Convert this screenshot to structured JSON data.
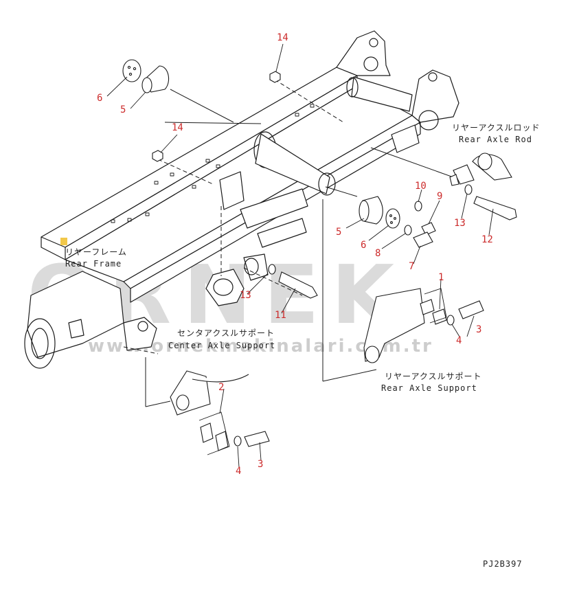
{
  "colors": {
    "callout": "#cc2b2b",
    "line": "#1a1a1a",
    "watermark": "#c8c8c8",
    "background": "#ffffff"
  },
  "watermark": {
    "brand": "ORNEK",
    "url": "www.ornekmakinalari.com.tr"
  },
  "labels": {
    "rear_frame_jp": "リヤーフレーム",
    "rear_frame_en": "Rear Frame",
    "center_axle_support_jp": "センタアクスルサポート",
    "center_axle_support_en": "Center Axle Support",
    "rear_axle_rod_jp": "リヤーアクスルロッド",
    "rear_axle_rod_en": "Rear Axle Rod",
    "rear_axle_support_jp": "リヤーアクスルサポート",
    "rear_axle_support_en": "Rear Axle Support"
  },
  "drawing_code": "PJ2B397",
  "callouts": {
    "c14a": "14",
    "c6a": "6",
    "c5a": "5",
    "c14b": "14",
    "c10": "10",
    "c9": "9",
    "c13a": "13",
    "c12": "12",
    "c5b": "5",
    "c6b": "6",
    "c8": "8",
    "c7": "7",
    "c1": "1",
    "c13b": "13",
    "c11": "11",
    "c4a": "4",
    "c3a": "3",
    "c2": "2",
    "c4b": "4",
    "c3b": "3"
  }
}
